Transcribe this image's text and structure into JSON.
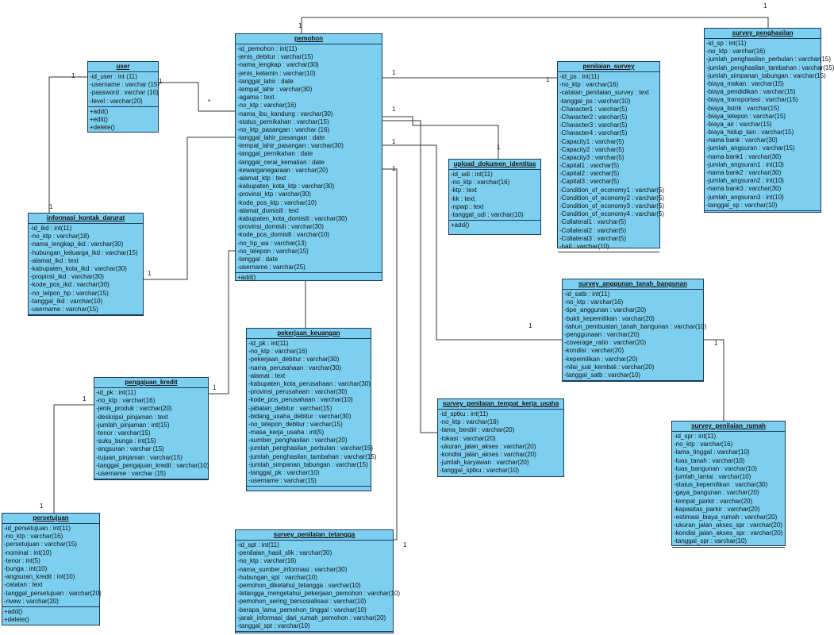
{
  "classes": {
    "user": {
      "name": "user",
      "attributes": [
        "-id_user : int (11)",
        "-username : varchar (15)",
        "-password : varchar (10)",
        "-level : varchar(20)"
      ],
      "operations": [
        "+add()",
        "+edit()",
        "+delete()"
      ]
    },
    "ikd": {
      "name": "informasi_kontak_darurat",
      "attributes": [
        "-id_ikd : int(11)",
        "-no_ktp : varchar(18)",
        "-nama_lengkap_ikd : varchar(30)",
        "-hubungan_keluarga_ikd : varchar(15)",
        "-alamat_ikd : text",
        "-kabupaten_kota_ikd : varchar(30)",
        "-propinsi_ikd : varchar(30)",
        "-kode_pos_ikd : varchar(30)",
        "-no_telpon_hp : varchar(15)",
        "-tanggal_ikd : varchar(10)",
        "-username : varchar(15)"
      ],
      "operations": []
    },
    "pemohon": {
      "name": "pemohon",
      "attributes": [
        "-id_pemohon : int(11)",
        "-jenis_debitur : varchar(15)",
        "-nama_lengkap : varchar(30)",
        "-jenis_kelamin : varchar(10)",
        "-tanggal_lahir : date",
        "-tempat_lahir : varchar(30)",
        "-agama : text",
        "-no_ktp : varchar(16)",
        "-nama_ibu_kandung : varchar(30)",
        "-status_pernikahan : varchar(15)",
        "-no_ktp_pasangan : varchar (16)",
        "-tanggal_lahir_pasangan : date",
        "-tempat_lahir_pasangan : varchar(30)",
        "-tanggal_pernikahan : date",
        "-tanggal_cerai_kematian : date",
        "-kewarganegaraan : varchar(20)",
        "-alamat_ktp : text",
        "-kabupaten_kota_ktp : varchar(30)",
        "-provinsi_ktp : varchar(30)",
        "-kode_pos_ktp : varchar(10)",
        "-alamat_domisili : text",
        "-kabupaten_kota_domisili : varchar(30)",
        "-provinsi_domisili : varchar(30)",
        "-kode_pos_domisili : varchar(10)",
        "-no_hp_wa : varchar(13)",
        "-no_telepon : varchar(15)",
        "-tanggal : date",
        "-username : varchar(25)"
      ],
      "operations": [
        "+add()"
      ]
    },
    "penilaian_survey": {
      "name": "penilaian_survey",
      "attributes": [
        "-id_ps : int(11)",
        "-no_ktp : varchar(16)",
        "-catatan_penilaian_survey : text",
        "-tanggal_ps : varchar(10)",
        "-Character1 : varchar(5)",
        "-Character2 : varchar(5)",
        "-Character3 : varchar(5)",
        "-Character4 : varchar(5)",
        "-Capacity1 : varchar(5)",
        "-Capacity2 : varchar(5)",
        "-Capacity3 : varchar(5)",
        "-Capital1 : varchar(5)",
        "-Capital2 : varchar(5)",
        "-Capital3 : varchar(5)",
        "-Condition_of_economy1 : varchar(5)",
        "-Condition_of_economy2 : varchar(5)",
        "-Condition_of_economy3 : varchar(5)",
        "-Condition_of_economy4 : varchar(5)",
        "-Collateral1 : varchar(5)",
        "-Collateral2 : varchar(5)",
        "-Collateral3 : varchar(5)",
        "-hail : varchar(10)"
      ],
      "operations": []
    },
    "survey_penghasilan": {
      "name": "survey_penghasilan",
      "attributes": [
        "-id_sp : int(11)",
        "-no_ktp : varchar(16)",
        "-jumlah_penghasilan_perbulan : varchar(15)",
        "-jumlah_penghasilan_tambahan : varchar(15)",
        "-jumlah_simpanan_tabungan : varchar(15)",
        "-biaya_makan : varchar(15)",
        "-biaya_pendidikan : varchar(15)",
        "-biaya_transportasi : varchar(15)",
        "-biaya_listrik : varchar(15)",
        "-biaya_telepon : varchar(15)",
        "-biaya_air : varchar(15)",
        "-biaya_hidup_lain : varchar(15)",
        "-nama bank : varchar(30)",
        "-jumlah_angsuran : varchar(15)",
        "-nama bank1 : varchar(30)",
        "-jumlah_angsuran1 : int(10)",
        "-nama bank2 : varchar(30)",
        "-jumlah_angsuran2 : int(10)",
        "-nama bank3 : varchar(30)",
        "-jumlah_angsuran3 : int(10)",
        "-tanggal_sp : varchar(10)"
      ],
      "operations": []
    },
    "upload": {
      "name": "upload_dokumen_identitas",
      "attributes": [
        "-id_udi : int(11)",
        "-no_ktp : varchar(16)",
        "-ktp : text",
        "-kk : text",
        "-npwp : text",
        "-tanggal_udi : varchar(10)"
      ],
      "operations": [
        "+add()"
      ]
    },
    "satb": {
      "name": "survey_anggunan_tanah_bangunan",
      "attributes": [
        "-id_satb : int(11)",
        "-no_ktp : varchar(16)",
        "-tipe_anggunan : varchar(20)",
        "-bukti_kepemilikan : varchar(20)",
        "-tahun_pembuatan_tanah_bangunan : varchar(10)",
        "-penggunaan : varchar(20)",
        "-coverage_ratio : varchar(20)",
        "-kondisi : varchar(20)",
        "-kepemilikan : varchar(20)",
        "-nilai_jual_kembali : varchar(20)",
        "-tanggal_satb : varchar(10)"
      ],
      "operations": []
    },
    "pk": {
      "name": "pekerjaan_keuangan",
      "attributes": [
        "-id_pk : int(11)",
        "-no_ktp : varchar(16)",
        "-pekerjaan_debitur : varchar(30)",
        "-nama_perusahaan : varchar(30)",
        "-alamat : text",
        "-kabupaten_kota_perusahaan : varchar(30)",
        "-provinsi_perusahaan : varchar(30)",
        "-kode_pos_perusahaan : varchar(10)",
        "-jabatan_debitur : varchar(15)",
        "-bidang_usaha_debitur : varchar(30)",
        "-no_telepon_debitur : varchar(15)",
        "-masa_kerja_usaha : int(5)",
        "-sumber_penghasilan : varchar(20)",
        "-jumlah_penghasilan_perbulan : varchar(15)",
        "-jumlah_penghasilan_tambahan : varchar(15)",
        "-jumlah_simpanan_tabungan : varchar(15)",
        "-tanggal_pk : varchar(10)",
        "-username : varchar(15)"
      ],
      "operations": []
    },
    "kredit": {
      "name": "pengajuan_kredit",
      "attributes": [
        "-id_pk : int(11)",
        "-no_ktp : varchar(16)",
        "-jenis_produk : varchar(20)",
        "-deskripsi_pinjaman : text",
        "-jumlah_pinjaman : int(15)",
        "-tenor : varchar(15)",
        "-suku_bunga : int(15)",
        "-angsuran : varchar (15)",
        "-tujuan_pinjaman : varchar(15)",
        "-tanggal_pengajuan_kredit : varchar(10)",
        "-username : varchar (15)"
      ],
      "operations": []
    },
    "sptku": {
      "name": "survey_penilaian_tempat_kerja_usaha",
      "attributes": [
        "-id_sptku : int(11)",
        "-no_ktp : varchar(16)",
        "-lama_berdiri : varchar(20)",
        "-lokasi : varchar(20)",
        "-ukuran_jalan_akses : varchar(20)",
        "-kondisi_jalan_akses : varchar(20)",
        "-jumlah_karyawan : varchar(20)",
        "-tanggal_sptku : varchar(10)"
      ],
      "operations": []
    },
    "rumah": {
      "name": "survey_penilaian_rumah",
      "attributes": [
        "-id_spr : int(11)",
        "-no_ktp : varchar(16)",
        "-lama_tinggal : varchar(10)",
        "-luas_tanah : varchar(10)",
        "-luas_bangunan : varchar(10)",
        "-jumlah_lantai : varchar(10)",
        "-status_kepemilikan : varchar(30)",
        "-gaya_bangunan : varchar(20)",
        "-tempat_parkir : varchar(20)",
        "-kapasitas_parkir : varchar(20)",
        "-estimasi_biaya_rumah : varchar(20)",
        "-ukuran_jalan_akses_spr : varchar(20)",
        "-kondisi_jalan_akses_spr : varchar(20)",
        "-tanggal_spr : varchar(10)"
      ],
      "operations": []
    },
    "persetujuan": {
      "name": "persetujuan",
      "attributes": [
        "-id_persetujuan : int(11)",
        "-no_ktp : varchar(16)",
        "-persetujuan : varchar(15)",
        "-nominal : int(10)",
        "-tenor : int(5)",
        "-bunga : int(10)",
        "-angsuran_kredit : int(10)",
        "-catatan : text",
        "-tanggal_persetujuan : varchar(20)",
        "-rivew : varchar(20)"
      ],
      "operations": [
        "+add()",
        "+delete()"
      ]
    },
    "tetangga": {
      "name": "survey_penilaian_tetangga",
      "attributes": [
        "-id_spt : int(11)",
        "-penilaian_hasil_slik : varchar(30)",
        "-no_ktp : varchar(16)",
        "-nama_sumber_informasi : varchar(30)",
        "-hubungan_spt : varchar(10)",
        "-pemohon_diketahui_tetangga : varchar(10)",
        "-tetangga_mengetahui_pekerjaan_pemohon : varchar(10)",
        "-pemohon_sering_bersosialisasi : varchar(10)",
        "-berapa_lama_pemohon_tinggal : varchar(10)",
        "-jarak_informasi_dari_rumah_pemohon : varchar(20)",
        "-tanggal_spt : varchar(10)"
      ],
      "operations": []
    }
  },
  "multiplicities": [
    "1",
    "1",
    "1",
    "*",
    "1",
    "1",
    "1",
    "1",
    "1",
    "1",
    "1",
    "1",
    "1",
    "1",
    "1",
    "1",
    "1",
    "1",
    "1"
  ]
}
